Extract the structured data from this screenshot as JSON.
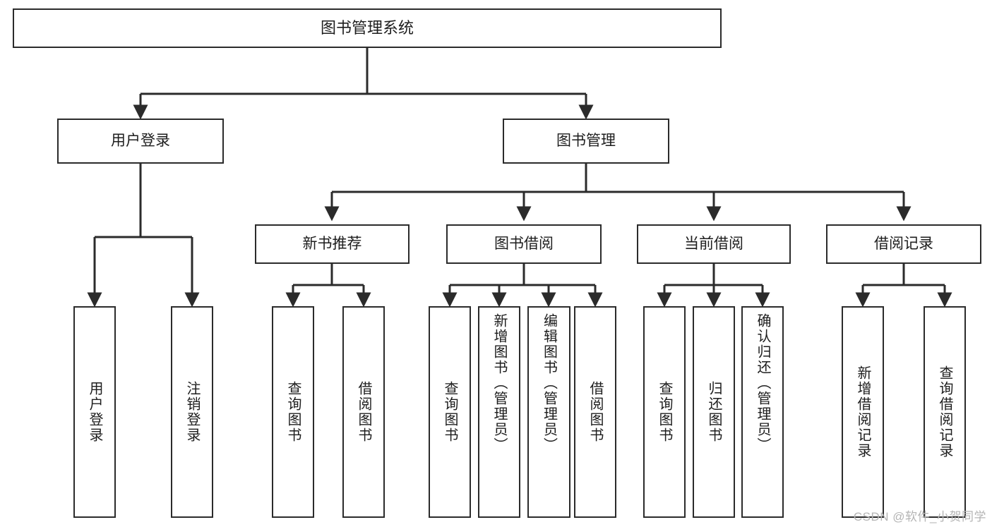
{
  "diagram": {
    "title": "图书管理系统",
    "type": "functional-structure-tree",
    "watermark": "CSDN @软件_小贺同学",
    "colors": {
      "stroke": "#2b2b2b",
      "fill": "#ffffff",
      "text": "#1d1d1d",
      "watermark": "#b4b4b4"
    },
    "root": {
      "id": "root",
      "label": "图书管理系统",
      "level": 0
    },
    "level1": [
      {
        "id": "user-login",
        "label": "用户登录",
        "level": 1
      },
      {
        "id": "book-manage",
        "label": "图书管理",
        "level": 1
      }
    ],
    "level2": [
      {
        "id": "new-book-recommend",
        "label": "新书推荐",
        "level": 2,
        "parent": "book-manage"
      },
      {
        "id": "book-borrow",
        "label": "图书借阅",
        "level": 2,
        "parent": "book-manage"
      },
      {
        "id": "current-borrow",
        "label": "当前借阅",
        "level": 2,
        "parent": "book-manage"
      },
      {
        "id": "borrow-record",
        "label": "借阅记录",
        "level": 2,
        "parent": "book-manage"
      }
    ],
    "leaves": [
      {
        "id": "leaf-user-login",
        "label": "用户登录",
        "parent": "user-login"
      },
      {
        "id": "leaf-user-logout",
        "label": "注销登录",
        "parent": "user-login"
      },
      {
        "id": "leaf-query-book-1",
        "label": "查询图书",
        "parent": "new-book-recommend"
      },
      {
        "id": "leaf-borrow-book-1",
        "label": "借阅图书",
        "parent": "new-book-recommend"
      },
      {
        "id": "leaf-query-book-2",
        "label": "查询图书",
        "parent": "book-borrow"
      },
      {
        "id": "leaf-add-book",
        "label": "新增图书（管理员）",
        "parent": "book-borrow"
      },
      {
        "id": "leaf-edit-book",
        "label": "编辑图书（管理员）",
        "parent": "book-borrow"
      },
      {
        "id": "leaf-borrow-book-2",
        "label": "借阅图书",
        "parent": "book-borrow"
      },
      {
        "id": "leaf-query-book-3",
        "label": "查询图书",
        "parent": "current-borrow"
      },
      {
        "id": "leaf-return-book",
        "label": "归还图书",
        "parent": "current-borrow"
      },
      {
        "id": "leaf-confirm-return",
        "label": "确认归还（管理员）",
        "parent": "current-borrow"
      },
      {
        "id": "leaf-add-record",
        "label": "新增借阅记录",
        "parent": "borrow-record"
      },
      {
        "id": "leaf-query-record",
        "label": "查询借阅记录",
        "parent": "borrow-record"
      }
    ]
  }
}
